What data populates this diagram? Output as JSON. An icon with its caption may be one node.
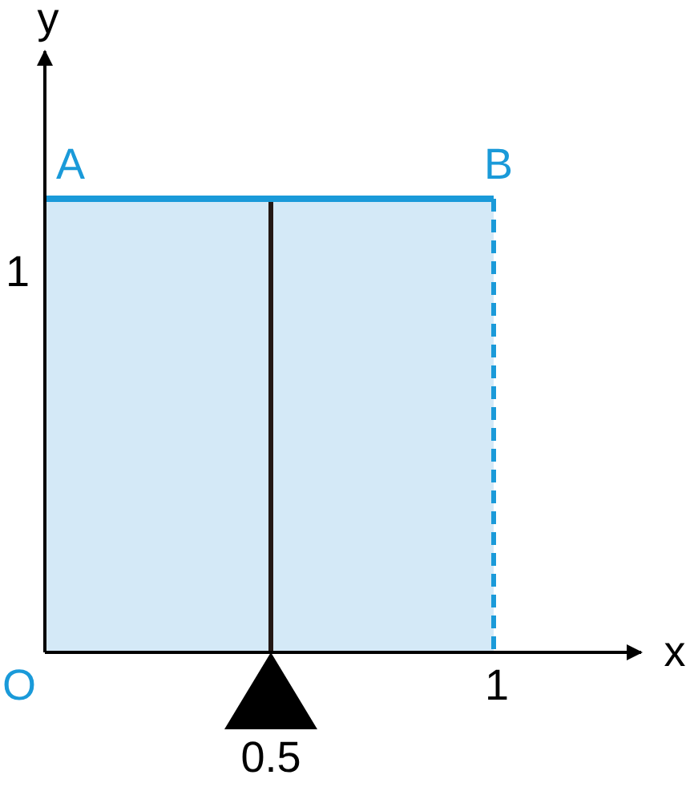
{
  "diagram": {
    "labels": [
      "y",
      "A",
      "B",
      "1",
      "x",
      "O",
      "1",
      "0.5"
    ]
  }
}
